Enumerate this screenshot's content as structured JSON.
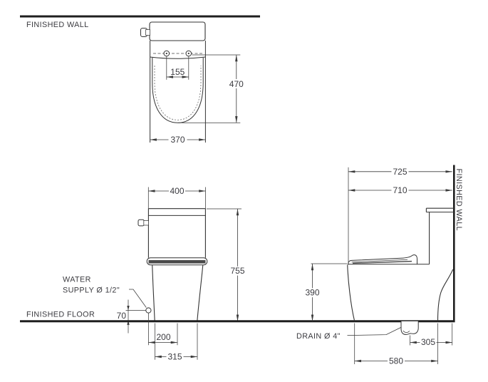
{
  "colors": {
    "line": "#333333",
    "heavy_line": "#1f1f1f",
    "text": "#3b3b40",
    "background": "#ffffff"
  },
  "views": {
    "top": {
      "wall_label": "FINISHED WALL",
      "dims": {
        "hinge_spacing": "155",
        "bowl_depth": "470",
        "bowl_width": "370"
      }
    },
    "front": {
      "floor_label": "FINISHED FLOOR",
      "water_supply_label": [
        "WATER",
        "SUPPLY Ø 1/2\""
      ],
      "dims": {
        "tank_width": "400",
        "overall_height": "755",
        "supply_height": "70",
        "supply_to_center": "200",
        "base_width": "315"
      }
    },
    "side": {
      "wall_label": "FINISHED WALL",
      "drain_label": "DRAIN Ø 4\"",
      "dims": {
        "overall_depth": "725",
        "bowl_front_to_wall": "710",
        "rim_height": "390",
        "drain_to_wall": "305",
        "base_depth": "580"
      }
    }
  }
}
